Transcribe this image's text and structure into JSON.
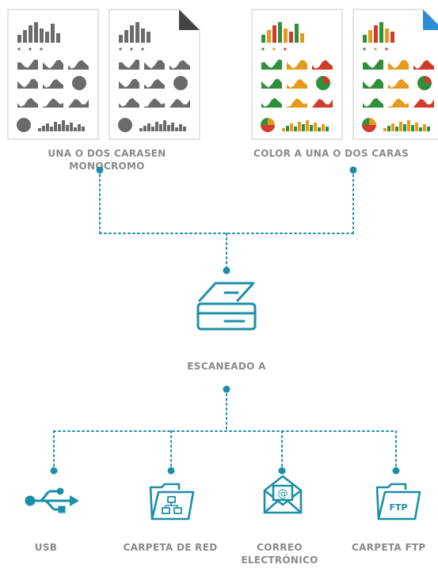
{
  "colors": {
    "teal": "#1b8fa8",
    "label_gray": "#8a8a8a",
    "page_fold_dark": "#444444",
    "page_fold_blue": "#2a8fd6",
    "chart_gray": "#6b6b6b",
    "chart_green": "#2f8f3a",
    "chart_orange": "#e69a1c",
    "chart_red": "#d13b2b"
  },
  "sources": {
    "mono_label_line1": "UNA O DOS CARASEN",
    "mono_label_line2": "MONOCROMO",
    "color_label": "COLOR A UNA O DOS CARAS"
  },
  "scanner": {
    "label": "ESCANEADO A",
    "icon": "scanner-icon"
  },
  "destinations": [
    {
      "label": "USB",
      "icon": "usb-icon"
    },
    {
      "label": "CARPETA DE RED",
      "icon": "network-folder-icon"
    },
    {
      "label_line1": "CORREO",
      "label_line2": "ELECTRÓNICO",
      "icon": "email-icon"
    },
    {
      "label": "CARPETA FTP",
      "icon": "ftp-folder-icon",
      "badge": "FTP"
    }
  ],
  "email_symbol": "@"
}
